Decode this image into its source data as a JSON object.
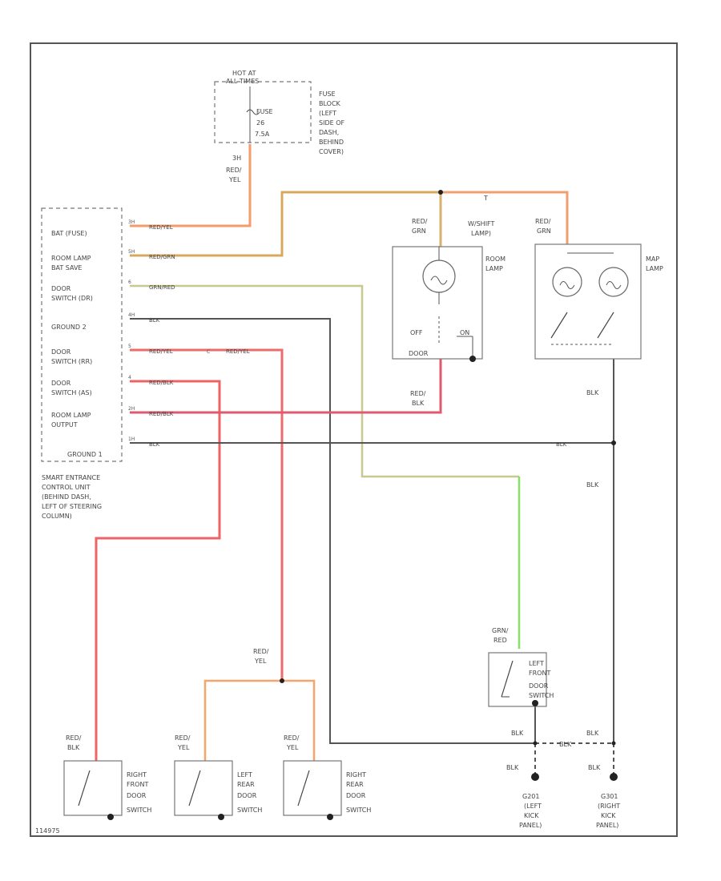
{
  "diagram": {
    "fuse_hot": [
      "HOT AT",
      "ALL TIMES"
    ],
    "fuse_inner": [
      "FUSE",
      "26",
      "7.5A"
    ],
    "fuse_block": [
      "FUSE",
      "BLOCK",
      "(LEFT",
      "SIDE OF",
      "DASH,",
      "BEHIND",
      "COVER)"
    ],
    "fuse_out_wire": [
      "3H",
      "RED/",
      "YEL"
    ],
    "seccu_pins": [
      {
        "pin": "3H",
        "label": [
          "BAT (FUSE)"
        ],
        "wire": "RED/YEL"
      },
      {
        "pin": "5H",
        "label": [
          "ROOM LAMP",
          "BAT SAVE"
        ],
        "wire": "RED/GRN"
      },
      {
        "pin": "6",
        "label": [
          "DOOR",
          "SWITCH (DR)"
        ],
        "wire": "GRN/RED"
      },
      {
        "pin": "4H",
        "label": [
          "GROUND 2"
        ],
        "wire": "BLK"
      },
      {
        "pin": "5",
        "label": [
          "DOOR",
          "SWITCH (RR)"
        ],
        "wire": "RED/YEL"
      },
      {
        "pin": "4",
        "label": [
          "DOOR",
          "SWITCH (AS)"
        ],
        "wire": "RED/BLK"
      },
      {
        "pin": "2H",
        "label": [
          "ROOM LAMP",
          "OUTPUT"
        ],
        "wire": "RED/BLK"
      },
      {
        "pin": "1H",
        "label": [
          "GROUND 1"
        ],
        "wire": "BLK"
      }
    ],
    "seccu_caption": [
      "SMART ENTRANCE",
      "CONTROL UNIT",
      "(BEHIND DASH,",
      "LEFT OF STEERING",
      "COLUMN)"
    ],
    "rr_splice_wire": "RED/YEL",
    "room_lamp_top_wire": [
      "RED/",
      "GRN"
    ],
    "room_lamp_label": [
      "ROOM",
      "LAMP"
    ],
    "room_lamp_note": [
      "W/SHIFT",
      "LAMP)"
    ],
    "room_lamp_off": "OFF",
    "room_lamp_on": "ON",
    "room_lamp_door": "DOOR",
    "room_lamp_bottom_wire": [
      "RED/",
      "BLK"
    ],
    "map_lamp_top_wire": [
      "RED/",
      "GRN"
    ],
    "map_lamp_label": [
      "MAP",
      "LAMP"
    ],
    "map_lamp_blk": "BLK",
    "ground1_blk": "BLK",
    "right_blk": "BLK",
    "lf_switch_wire": [
      "GRN/",
      "RED"
    ],
    "lf_switch_label": [
      "LEFT",
      "FRONT",
      "DOOR",
      "SWITCH"
    ],
    "blk_small": [
      "BLK",
      "BLK",
      "BLK",
      "BLK",
      "BLK",
      "BLK"
    ],
    "g201_label": [
      "G201",
      "(LEFT",
      "KICK",
      "PANEL)"
    ],
    "g301_label": [
      "G301",
      "(RIGHT",
      "KICK",
      "PANEL)"
    ],
    "rr_wire_label": [
      "RED/",
      "YEL"
    ],
    "switches": [
      {
        "wire": [
          "RED/",
          "BLK"
        ],
        "label": [
          "RIGHT",
          "FRONT",
          "DOOR",
          "SWITCH"
        ]
      },
      {
        "wire": [
          "RED/",
          "YEL"
        ],
        "label": [
          "LEFT",
          "REAR",
          "DOOR",
          "SWITCH"
        ]
      },
      {
        "wire": [
          "RED/",
          "YEL"
        ],
        "label": [
          "RIGHT",
          "REAR",
          "DOOR",
          "SWITCH"
        ]
      }
    ],
    "footer_code": "114975",
    "colors": {
      "red_yel": "#f5a070",
      "red_grn": "#d9a860",
      "grn_red": "#b8d87a",
      "grn": "#7ae060",
      "blk": "#555555",
      "red": "#ee6b6b",
      "red_yel_short": "#f0a060"
    }
  }
}
